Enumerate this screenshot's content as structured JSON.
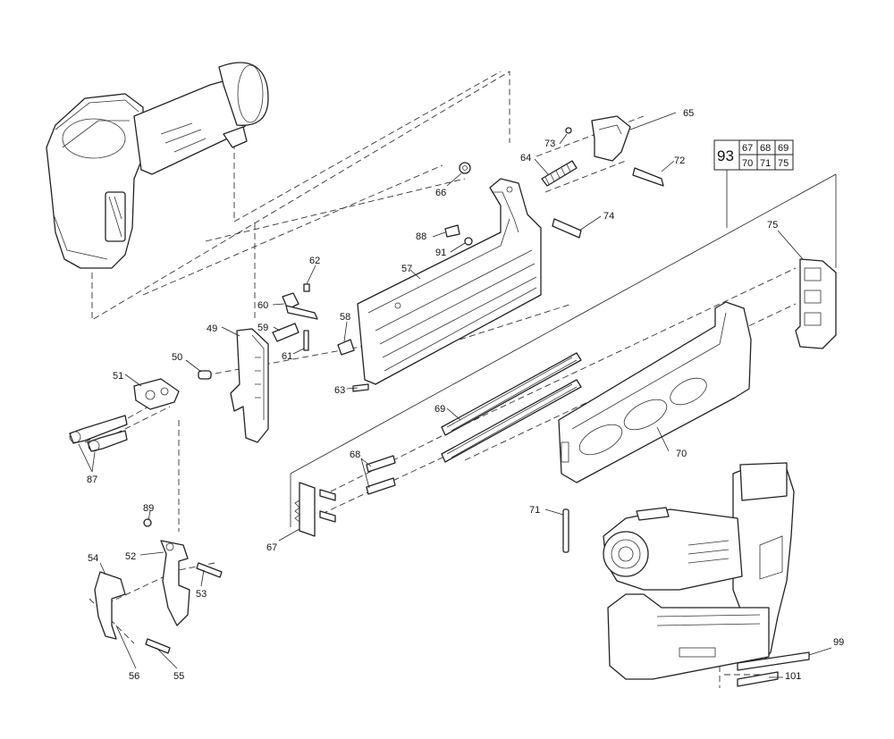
{
  "labels": {
    "p49": "49",
    "p50": "50",
    "p51": "51",
    "p52": "52",
    "p53": "53",
    "p54": "54",
    "p55": "55",
    "p56": "56",
    "p57": "57",
    "p58": "58",
    "p59": "59",
    "p60": "60",
    "p61": "61",
    "p62": "62",
    "p63": "63",
    "p64": "64",
    "p65": "65",
    "p66": "66",
    "p67": "67",
    "p68": "68",
    "p69": "69",
    "p70": "70",
    "p71": "71",
    "p72": "72",
    "p73": "73",
    "p74": "74",
    "p75": "75",
    "p87": "87",
    "p88": "88",
    "p89": "89",
    "p91": "91",
    "p99": "99",
    "p101": "101"
  },
  "kit": {
    "main": "93",
    "row1": [
      "67",
      "68",
      "69"
    ],
    "row2": [
      "70",
      "71",
      "75"
    ]
  }
}
